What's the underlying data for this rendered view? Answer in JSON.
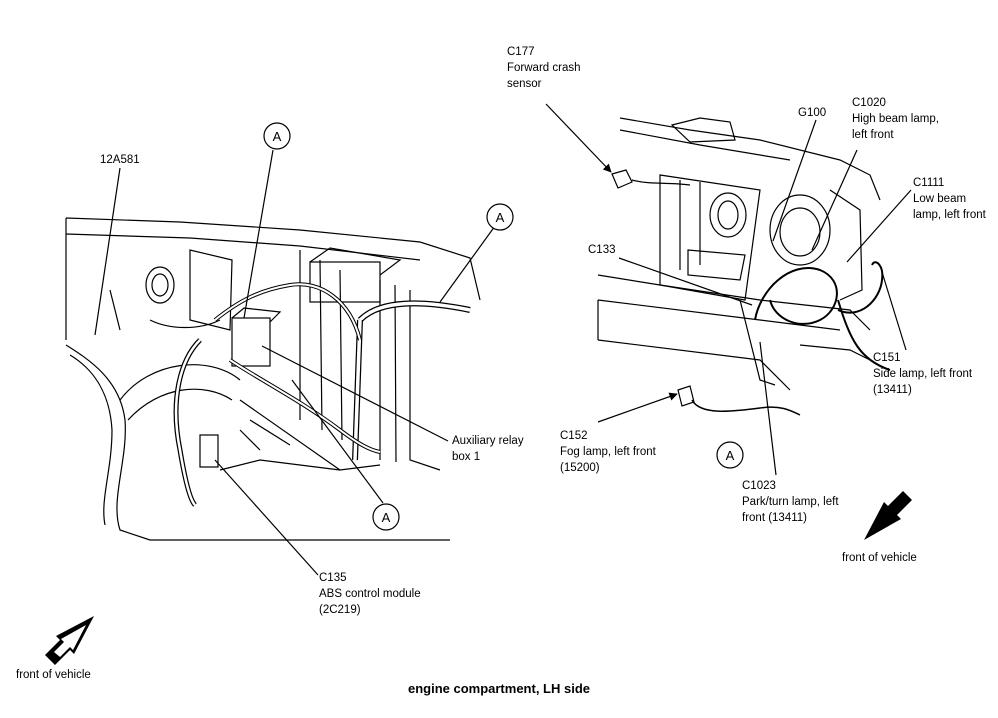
{
  "caption": "engine compartment, LH side",
  "callout_letter": "A",
  "front_of_vehicle": "front of vehicle",
  "left_view": {
    "part_12A581": "12A581",
    "aux_relay": [
      "Auxiliary relay",
      "box 1"
    ],
    "c135": [
      "C135",
      "ABS control module",
      "(2C219)"
    ]
  },
  "right_view": {
    "c177": [
      "C177",
      "Forward crash",
      "sensor"
    ],
    "g100": "G100",
    "c1020": [
      "C1020",
      "High beam lamp,",
      "left front"
    ],
    "c1111": [
      "C1111",
      "Low beam",
      "lamp, left front"
    ],
    "c133": "C133",
    "c151": [
      "C151",
      "Side lamp, left front",
      "(13411)"
    ],
    "c152": [
      "C152",
      "Fog lamp, left front",
      "(15200)"
    ],
    "c1023": [
      "C1023",
      "Park/turn lamp, left",
      "front (13411)"
    ]
  }
}
